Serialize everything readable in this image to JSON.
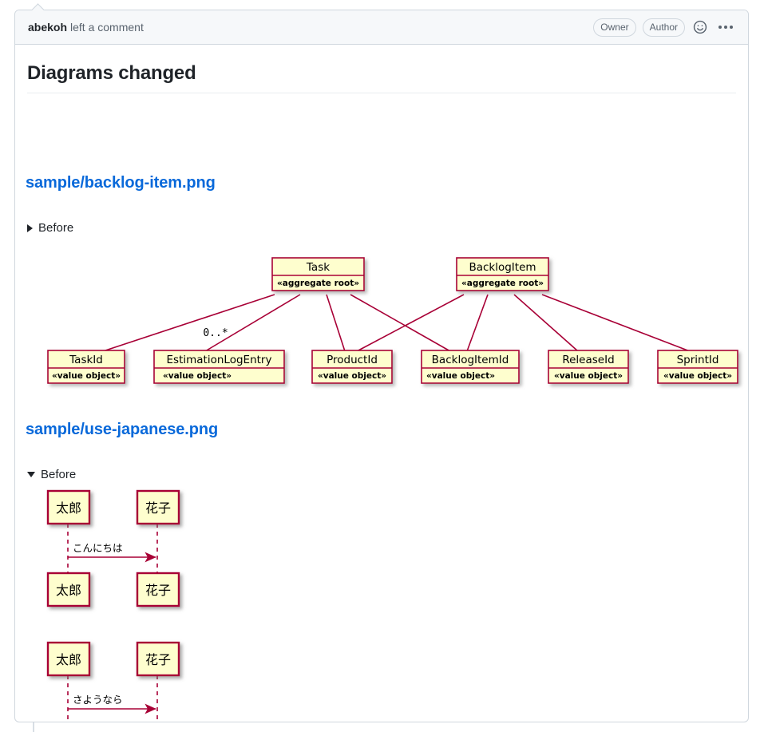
{
  "comment": {
    "author": "abekoh",
    "action_text": "left a comment",
    "badges": [
      "Owner",
      "Author"
    ],
    "emoji_icon": "smiley-icon",
    "menu_icon": "kebab-icon"
  },
  "body": {
    "heading": "Diagrams changed",
    "sections": [
      {
        "file": "sample/backlog-item.png",
        "toggle_label": "Before",
        "expanded": false,
        "diagram": {
          "type": "uml-class",
          "classes": [
            {
              "name": "Task",
              "stereotype": "«aggregate root»"
            },
            {
              "name": "BacklogItem",
              "stereotype": "«aggregate root»"
            },
            {
              "name": "TaskId",
              "stereotype": "«value object»"
            },
            {
              "name": "EstimationLogEntry",
              "stereotype": "«value object»"
            },
            {
              "name": "ProductId",
              "stereotype": "«value object»"
            },
            {
              "name": "BacklogItemId",
              "stereotype": "«value object»"
            },
            {
              "name": "ReleaseId",
              "stereotype": "«value object»"
            },
            {
              "name": "SprintId",
              "stereotype": "«value object»"
            }
          ],
          "edge_label": "0..*",
          "edges": [
            {
              "from": "Task",
              "to": "TaskId"
            },
            {
              "from": "Task",
              "to": "EstimationLogEntry",
              "label": "0..*"
            },
            {
              "from": "Task",
              "to": "ProductId"
            },
            {
              "from": "Task",
              "to": "BacklogItemId"
            },
            {
              "from": "BacklogItem",
              "to": "ProductId"
            },
            {
              "from": "BacklogItem",
              "to": "BacklogItemId"
            },
            {
              "from": "BacklogItem",
              "to": "ReleaseId"
            },
            {
              "from": "BacklogItem",
              "to": "SprintId"
            }
          ],
          "colors": {
            "fill": "#fefece",
            "border": "#a80036",
            "shadow": "#a9a9a9"
          }
        }
      },
      {
        "file": "sample/use-japanese.png",
        "toggle_label": "Before",
        "expanded": true,
        "diagram": {
          "type": "uml-sequence",
          "colors": {
            "fill": "#fefece",
            "border": "#a80036",
            "line": "#a80036"
          },
          "sequences": [
            {
              "participants": [
                "太郎",
                "花子"
              ],
              "message": "こんにちは"
            },
            {
              "participants": [
                "太郎",
                "花子"
              ],
              "message": "さようなら"
            }
          ]
        }
      }
    ]
  }
}
